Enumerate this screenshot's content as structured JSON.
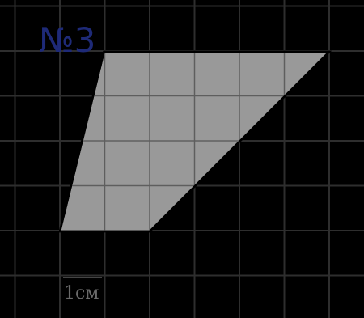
{
  "problem": {
    "label": "№3"
  },
  "scale": {
    "label": "1см"
  },
  "shape": {
    "type": "trapezoid",
    "fill_color": "#a6a6a6",
    "outline_color": "#000000",
    "vertices_in_grid_cells": [
      [
        2,
        1
      ],
      [
        7,
        1
      ],
      [
        3,
        5
      ],
      [
        1,
        5
      ]
    ]
  },
  "grid": {
    "line_color": "#2e2e2e",
    "background_color": "#000000"
  },
  "colors": {
    "label_color": "#1e2a78",
    "scale_text_color": "#6a6a6a"
  }
}
